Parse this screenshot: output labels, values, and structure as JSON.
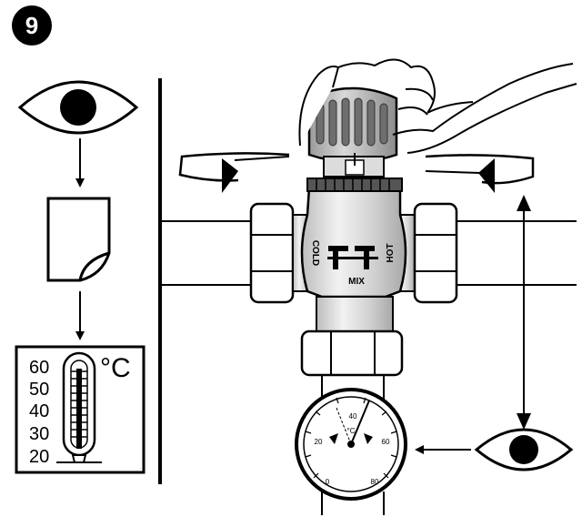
{
  "step_number": "9",
  "thermometer": {
    "scale": [
      "60",
      "50",
      "40",
      "30",
      "20"
    ],
    "unit": "°C"
  },
  "valve": {
    "cold_label": "COLD",
    "hot_label": "HOT",
    "brand_label": "MIX"
  },
  "gauge": {
    "scale": [
      "20",
      "40",
      "60",
      "0",
      "80"
    ],
    "unit": "°C"
  }
}
